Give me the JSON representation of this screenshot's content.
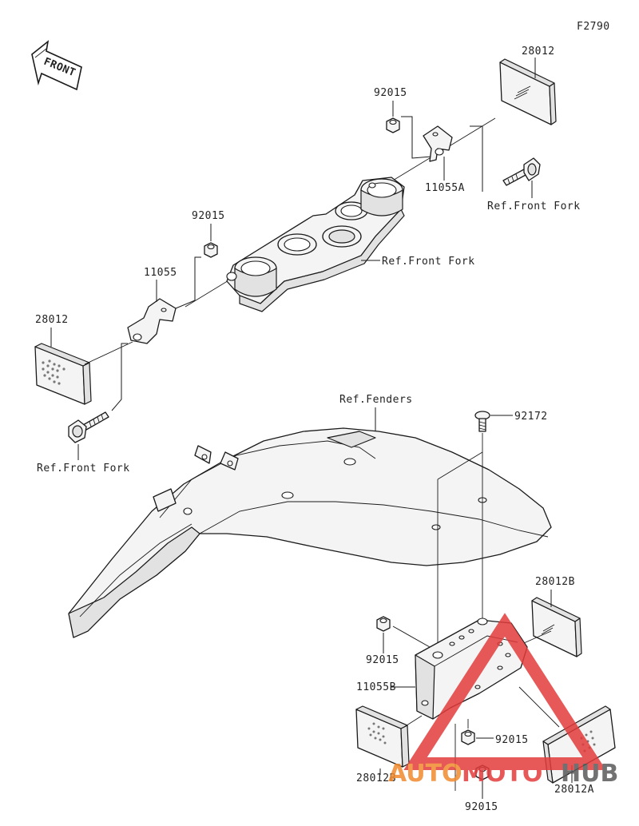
{
  "diagram_code": "F2790",
  "front_indicator": "FRONT",
  "upper_assembly": {
    "reflector_right": "28012",
    "nut_right": "92015",
    "bracket_right": "11055A",
    "bolt_right_ref": "Ref.Front Fork",
    "steering_stem_ref": "Ref.Front Fork",
    "nut_left": "92015",
    "bracket_left": "11055",
    "reflector_left": "28012",
    "bolt_left_ref": "Ref.Front Fork"
  },
  "lower_assembly": {
    "fender_ref": "Ref.Fenders",
    "screw": "92172",
    "reflector_right": "28012B",
    "nut_upper": "92015",
    "bracket": "11055B",
    "nut_middle": "92015",
    "reflector_left": "28012B",
    "reflector_front": "28012A",
    "nut_lower": "92015"
  },
  "watermark": {
    "part1": "AUTO",
    "part2": "MOTO",
    "part3": "HUB",
    "color_triangle": "#e33b3b",
    "color_auto": "#f28a2e",
    "color_moto": "#e33b3b",
    "color_hub": "#5a5a5a"
  }
}
